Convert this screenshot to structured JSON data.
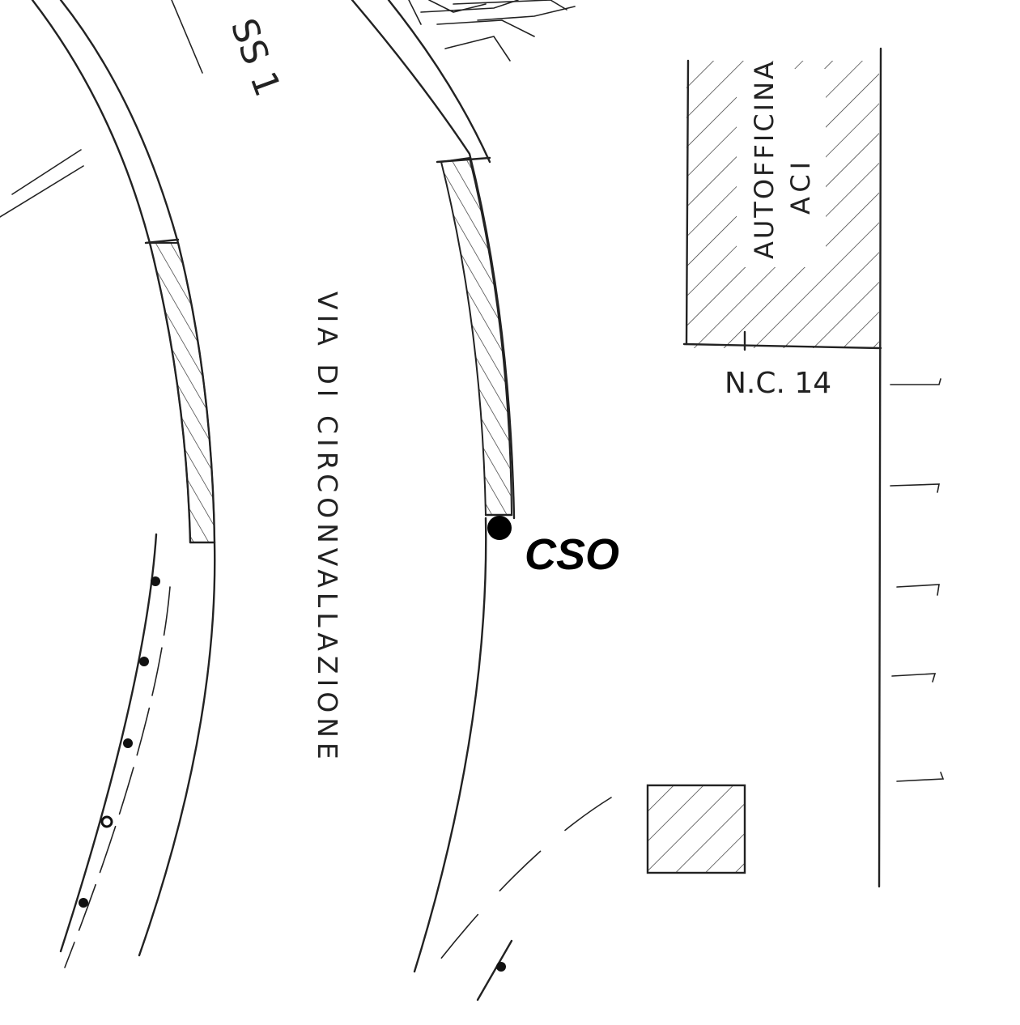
{
  "labels": {
    "road_ss1": "SS 1",
    "road_main": "VIA DI CIRCONVALLAZIONE",
    "building_name_line1": "AUTOFFICINA",
    "building_name_line2": "ACI",
    "civic_number": "N.C. 14",
    "marker": "CSO"
  },
  "colors": {
    "ink": "#222222",
    "marker": "#000000",
    "paper": "#ffffff"
  },
  "icons": {
    "marker": "filled-dot-icon",
    "utility_pole": "pole-dot-icon"
  }
}
